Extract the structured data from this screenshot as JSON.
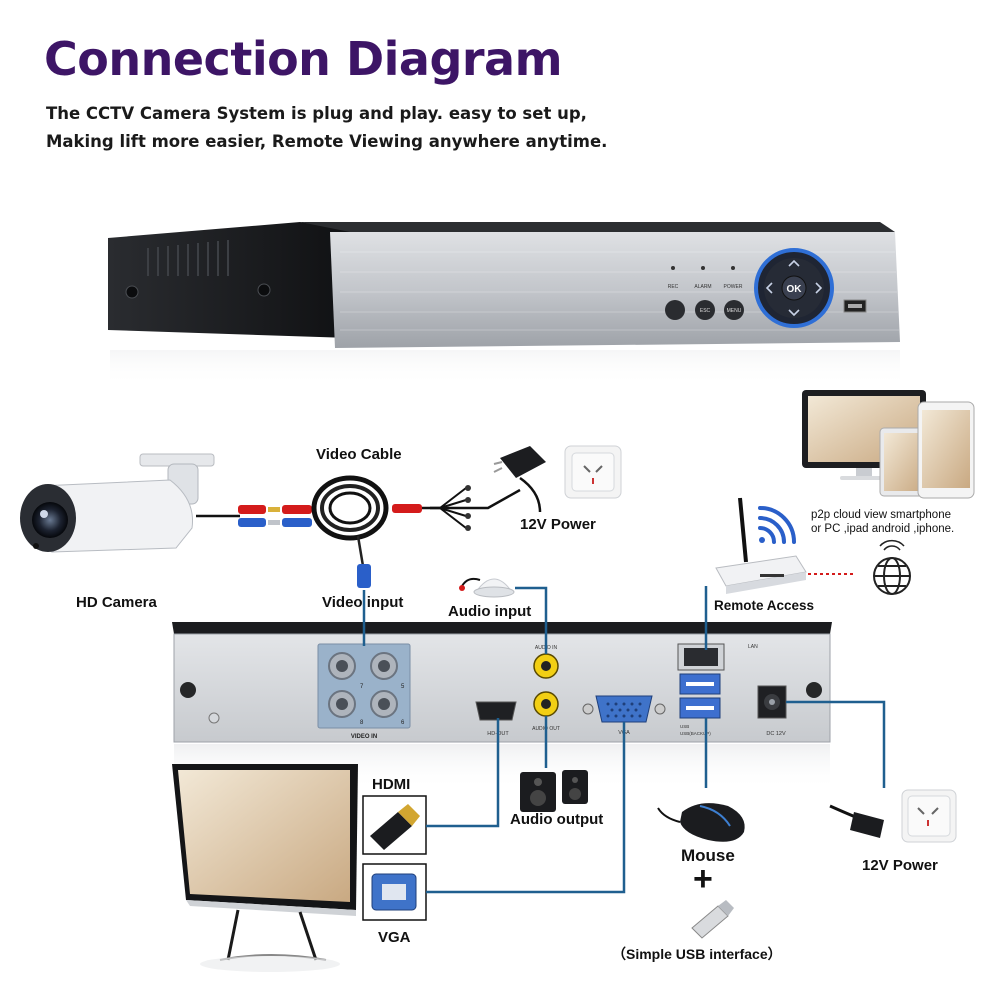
{
  "title": "Connection Diagram",
  "subtitle_line1": "The CCTV Camera System is plug and play. easy to set up,",
  "subtitle_line2": "Making lift more easier, Remote Viewing anywhere anytime.",
  "dvr_front": {
    "indicators": [
      "REC",
      "ALARM",
      "POWER"
    ],
    "buttons": [
      "ESC",
      "MENU"
    ],
    "dpad_center": "OK"
  },
  "dvr_back": {
    "video_in": "VIDEO IN",
    "ports": [
      "7",
      "5",
      "8",
      "6"
    ],
    "audio_in": "AUDIO IN",
    "audio_out": "AUDIO OUT",
    "hdmi_out": "HD-OUT",
    "vga": "VGA",
    "lan": "LAN",
    "usb_mouse": "USB",
    "usb_backup": "USB(BACKUP)",
    "dc": "DC 12V"
  },
  "labels": {
    "hd_camera": "HD Camera",
    "video_cable": "Video Cable",
    "power_top": "12V Power",
    "video_input": "Video input",
    "audio_input": "Audio input",
    "remote_access": "Remote Access",
    "p2p_line1": "p2p cloud view smartphone",
    "p2p_line2": "or PC ,ipad android ,iphone.",
    "hdmi": "HDMI",
    "vga": "VGA",
    "audio_output": "Audio output",
    "mouse": "Mouse",
    "plus": "+",
    "usb_interface": "（Simple USB interface）",
    "power_bottom": "12V Power"
  },
  "colors": {
    "title": "#3d1566",
    "connector_line": "#1f5f8f",
    "dvr_front": "#c9ccd1",
    "dvr_body": "#1e2023",
    "dpad_ring": "#2f6fd6"
  }
}
